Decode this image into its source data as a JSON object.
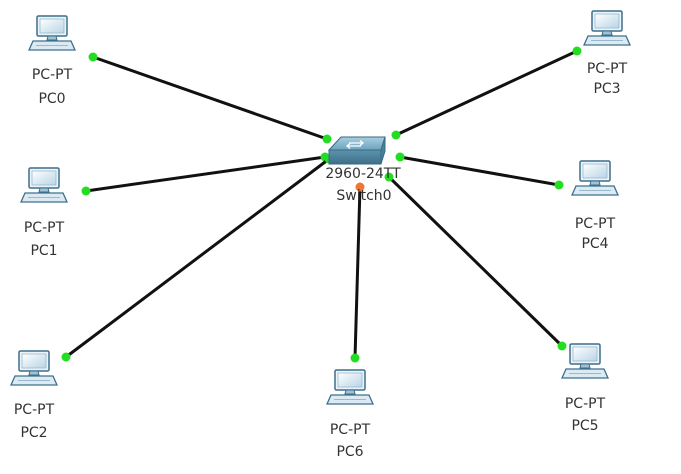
{
  "colors": {
    "link": "#111111",
    "port_up": "#22dd22",
    "port_down": "#ee7733"
  },
  "switch": {
    "model": "2960-24TT",
    "name": "Switch0",
    "icon": "switch-icon"
  },
  "pcs": [
    {
      "model": "PC-PT",
      "name": "PC0",
      "icon": "pc-icon"
    },
    {
      "model": "PC-PT",
      "name": "PC1",
      "icon": "pc-icon"
    },
    {
      "model": "PC-PT",
      "name": "PC2",
      "icon": "pc-icon"
    },
    {
      "model": "PC-PT",
      "name": "PC3",
      "icon": "pc-icon"
    },
    {
      "model": "PC-PT",
      "name": "PC4",
      "icon": "pc-icon"
    },
    {
      "model": "PC-PT",
      "name": "PC5",
      "icon": "pc-icon"
    },
    {
      "model": "PC-PT",
      "name": "PC6",
      "icon": "pc-icon"
    }
  ],
  "links": [
    {
      "from": "PC0",
      "to": "Switch0",
      "switch_port": "up"
    },
    {
      "from": "PC1",
      "to": "Switch0",
      "switch_port": "up"
    },
    {
      "from": "PC2",
      "to": "Switch0",
      "switch_port": "up"
    },
    {
      "from": "PC3",
      "to": "Switch0",
      "switch_port": "up"
    },
    {
      "from": "PC4",
      "to": "Switch0",
      "switch_port": "up"
    },
    {
      "from": "PC5",
      "to": "Switch0",
      "switch_port": "up"
    },
    {
      "from": "PC6",
      "to": "Switch0",
      "switch_port": "down"
    }
  ]
}
